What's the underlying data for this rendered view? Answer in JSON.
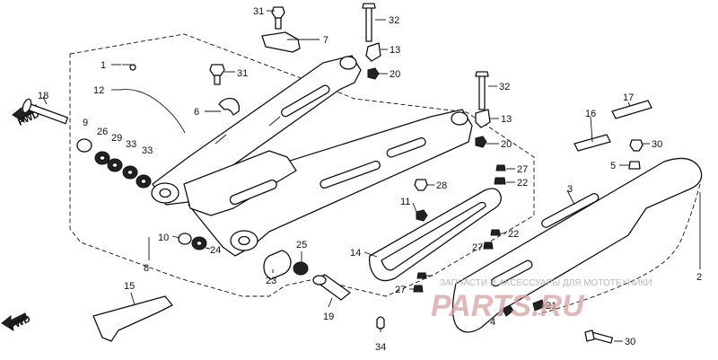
{
  "diagram": {
    "callouts": {
      "c1": "1",
      "c2": "2",
      "c3": "3",
      "c4": "4",
      "c5": "5",
      "c6": "6",
      "c7": "7",
      "c8": "8",
      "c9": "9",
      "c10": "10",
      "c11": "11",
      "c12": "12",
      "c13a": "13",
      "c13b": "13",
      "c14": "14",
      "c15": "15",
      "c16": "16",
      "c17": "17",
      "c18": "18",
      "c19": "19",
      "c20a": "20",
      "c20b": "20",
      "c21": "21",
      "c22a": "22",
      "c22b": "22",
      "c23": "23",
      "c24": "24",
      "c25": "25",
      "c26": "26",
      "c27a": "27",
      "c27b": "27",
      "c27c": "27",
      "c28": "28",
      "c29": "29",
      "c30a": "30",
      "c30b": "30",
      "c31a": "31",
      "c31b": "31",
      "c32a": "32",
      "c32b": "32",
      "c33a": "33",
      "c33b": "33",
      "c34": "34"
    },
    "fwd_marker_top": "FWD",
    "fwd_marker_bottom": "FWD"
  },
  "watermark": {
    "caption": "ЗАПЧАСТИ И АКСЕССУАРЫ ДЛЯ МОТОТЕХНИКИ",
    "logo": "PARTS.RU"
  }
}
